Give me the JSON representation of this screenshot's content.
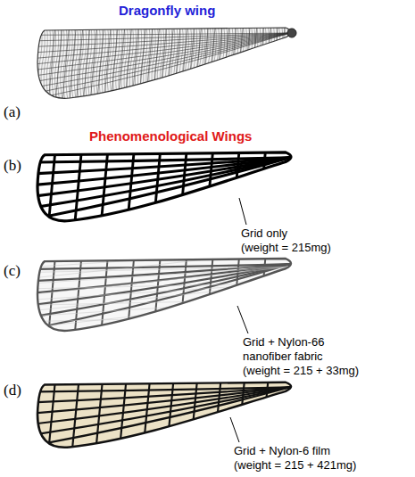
{
  "diagram": {
    "title": "Dragonfly wing",
    "labels": [
      "(a)",
      "Phenomenological Wings",
      "(b)",
      "Grid only",
      "(weight = 215mg)",
      "(c)",
      "Grid + Nylon-66 nanofiber fabric",
      "(weight = 215 + 33mg)",
      "(d)",
      "Grid + Nylon-6 film",
      "(weight = 215 + 421mg)"
    ]
  }
}
